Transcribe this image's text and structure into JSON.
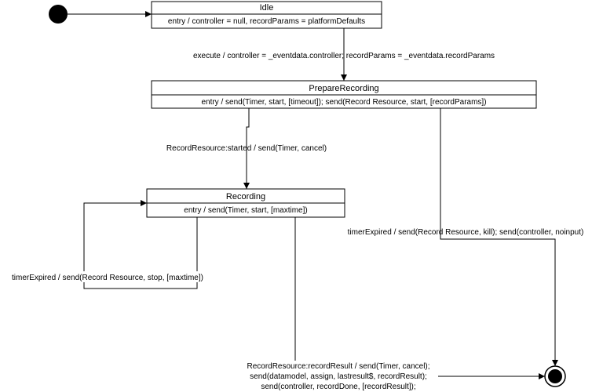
{
  "states": {
    "idle": {
      "name": "Idle",
      "entry": "entry / controller = null, recordParams = platformDefaults"
    },
    "prepare": {
      "name": "PrepareRecording",
      "entry": "entry / send(Timer, start, [timeout]); send(Record Resource, start, [recordParams])"
    },
    "recording": {
      "name": "Recording",
      "entry": "entry / send(Timer, start, [maxtime])"
    }
  },
  "transitions": {
    "execute": "execute / controller = _eventdata.controller; recordParams = _eventdata.recordParams",
    "started": "RecordResource:started / send(Timer, cancel)",
    "prepare_timeout": "timerExpired / send(Record Resource, kill); send(controller, noinput)",
    "recording_timeout": "timerExpired / send(Record Resource, stop, [maxtime])",
    "record_result": [
      "RecordResource:recordResult / send(Timer, cancel);",
      "send(datamodel, assign, lastresult$, recordResult);",
      "send(controller, recordDone, [recordResult]);"
    ]
  },
  "colors": {
    "line": "#000000",
    "fill": "#ffffff",
    "text": "#000000"
  }
}
